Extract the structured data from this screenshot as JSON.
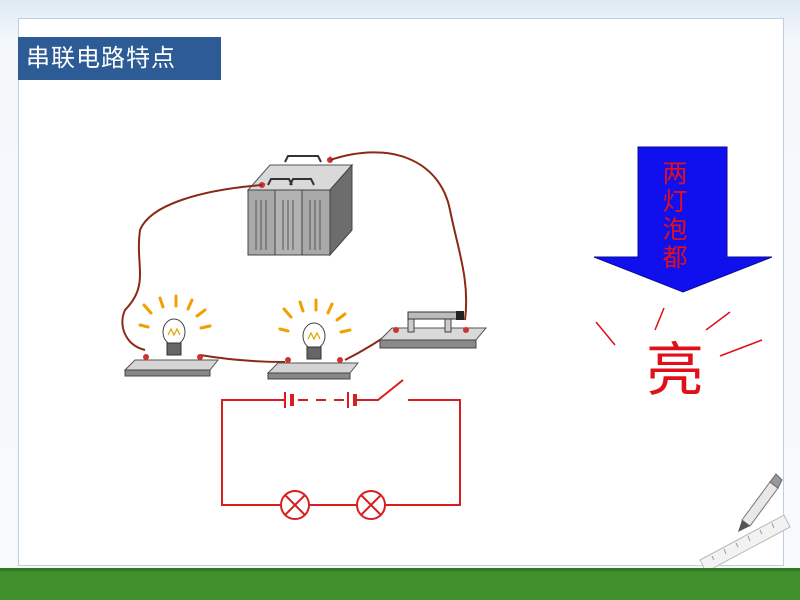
{
  "slide": {
    "title": "串联电路特点",
    "arrow_text": "两灯泡都",
    "result_text": "亮"
  },
  "colors": {
    "title_bg": "#2d5b96",
    "title_text": "#ffffff",
    "arrow_fill": "#1010ee",
    "emphasis_red": "#e0101a",
    "wire_brown": "#8b2a14",
    "circuit_red": "#d81e1e",
    "footer_green": "#3f8f2d"
  },
  "icons": [
    "battery-pack-icon",
    "light-bulb-icon",
    "knife-switch-icon",
    "pencil-icon",
    "ruler-icon",
    "lamp-symbol-icon"
  ]
}
